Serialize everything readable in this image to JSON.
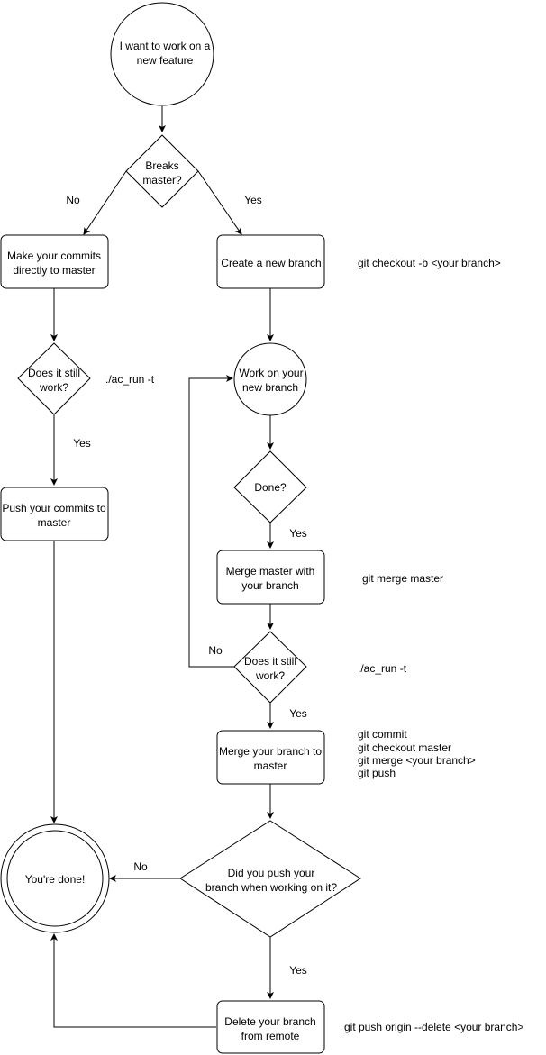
{
  "nodes": {
    "start": [
      "I want to work on a",
      "new feature"
    ],
    "breaks_master": [
      "Breaks",
      "master?"
    ],
    "make_commits": [
      "Make your commits",
      "directly to master"
    ],
    "create_branch": [
      "Create a new branch"
    ],
    "does_it_work_left": [
      "Does it still",
      "work?"
    ],
    "work_on_branch": [
      "Work on your",
      "new branch"
    ],
    "push_commits": [
      "Push your commits to",
      "master"
    ],
    "done_q": [
      "Done?"
    ],
    "merge_master": [
      "Merge master with",
      "your branch"
    ],
    "does_it_work_right": [
      "Does it still",
      "work?"
    ],
    "merge_branch": [
      "Merge your branch to",
      "master"
    ],
    "pushed_q": [
      "Did you push your",
      "branch when working on it?"
    ],
    "youre_done": [
      "You're done!"
    ],
    "delete_branch": [
      "Delete your branch",
      "from remote"
    ]
  },
  "edge_labels": {
    "breaks_no": "No",
    "breaks_yes": "Yes",
    "left_works_yes": "Yes",
    "done_yes": "Yes",
    "right_works_no": "No",
    "right_works_yes": "Yes",
    "pushed_no": "No",
    "pushed_yes": "Yes"
  },
  "commands": {
    "checkout_new": [
      "git checkout -b <your branch>"
    ],
    "ac_run_left": [
      "./ac_run -t"
    ],
    "merge_master": [
      "git merge master"
    ],
    "ac_run_right": [
      "./ac_run -t"
    ],
    "merge_steps": [
      "git commit",
      "git checkout master",
      "git merge <your branch>",
      "git push"
    ],
    "delete_remote": [
      "git push origin --delete <your branch>"
    ]
  }
}
